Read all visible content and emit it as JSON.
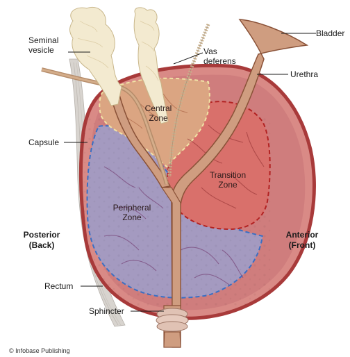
{
  "labels": {
    "seminal_vesicle": [
      "Seminal",
      "vesicle"
    ],
    "vas_deferens": [
      "Vas",
      "deferens"
    ],
    "bladder": "Bladder",
    "urethra": "Urethra",
    "capsule": "Capsule",
    "central_zone": [
      "Central",
      "Zone"
    ],
    "transition_zone": [
      "Transition",
      "Zone"
    ],
    "peripheral_zone": [
      "Peripheral",
      "Zone"
    ],
    "posterior": [
      "Posterior",
      "(Back)"
    ],
    "anterior": [
      "Anterior",
      "(Front)"
    ],
    "rectum": "Rectum",
    "sphincter": "Sphincter"
  },
  "credit": "© Infobase Publishing",
  "colors": {
    "capsule_outer": "#a83a3a",
    "capsule_fill": "#d98a86",
    "central_zone": "#dba582",
    "transition_zone": "#d9706b",
    "peripheral_zone": "#a49ac0",
    "urethra": "#cf9d80",
    "vesicle": "#f3ead0",
    "peripheral_border": "#3a6fc4",
    "transition_border": "#b22222",
    "central_border": "#f1e3a6"
  }
}
